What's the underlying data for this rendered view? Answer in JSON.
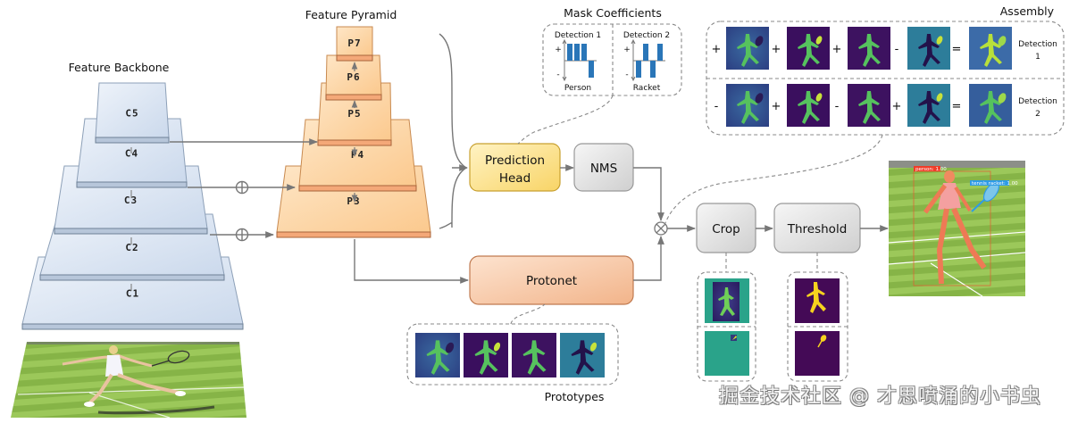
{
  "labels": {
    "backbone": "Feature Backbone",
    "pyramid": "Feature Pyramid",
    "mask_coefficients": "Mask Coefficients",
    "assembly": "Assembly",
    "prototypes": "Prototypes"
  },
  "backbone_levels": [
    "C5",
    "C4",
    "C3",
    "C2",
    "C1"
  ],
  "pyramid_levels": [
    "P7",
    "P6",
    "P5",
    "P4",
    "P3"
  ],
  "blocks": {
    "prediction_head": [
      "Prediction",
      "Head"
    ],
    "nms": "NMS",
    "protonet": "Protonet",
    "crop": "Crop",
    "threshold": "Threshold"
  },
  "coefficients": [
    {
      "title": "Detection 1",
      "class": "Person",
      "signs": [
        "+",
        "+",
        "+",
        "-"
      ]
    },
    {
      "title": "Detection 2",
      "class": "Racket",
      "signs": [
        "-",
        "+",
        "-",
        "+"
      ]
    }
  ],
  "axis_signs": {
    "plus": "+",
    "minus": "-"
  },
  "assembly_rows": [
    {
      "ops": [
        "+",
        "+",
        "+",
        "-",
        "="
      ],
      "label": [
        "Detection",
        "1"
      ]
    },
    {
      "ops": [
        "-",
        "+",
        "-",
        "+",
        "="
      ],
      "label": [
        "Detection",
        "2"
      ]
    }
  ],
  "detections": [
    {
      "label": "person: 1.00",
      "color": "#f03c28"
    },
    {
      "label": "tennis racket: 1.00",
      "color": "#2e9be6"
    }
  ],
  "colors": {
    "backbone_fill": "#dbe6f4",
    "backbone_edge": "#7d8fa6",
    "pyramid_fill": "#fcd6a6",
    "pyramid_edge": "#b06a30",
    "pred_head": "#fbe08a",
    "protonet": "#f6c8a4",
    "gray_block": "#e2e2e2",
    "viridis_dark": "#3e0f5c",
    "viridis_teal": "#2a9d8a",
    "viridis_yellow": "#f7e225"
  },
  "watermark": "掘金技术社区 @ 才思喷涌的小书虫"
}
